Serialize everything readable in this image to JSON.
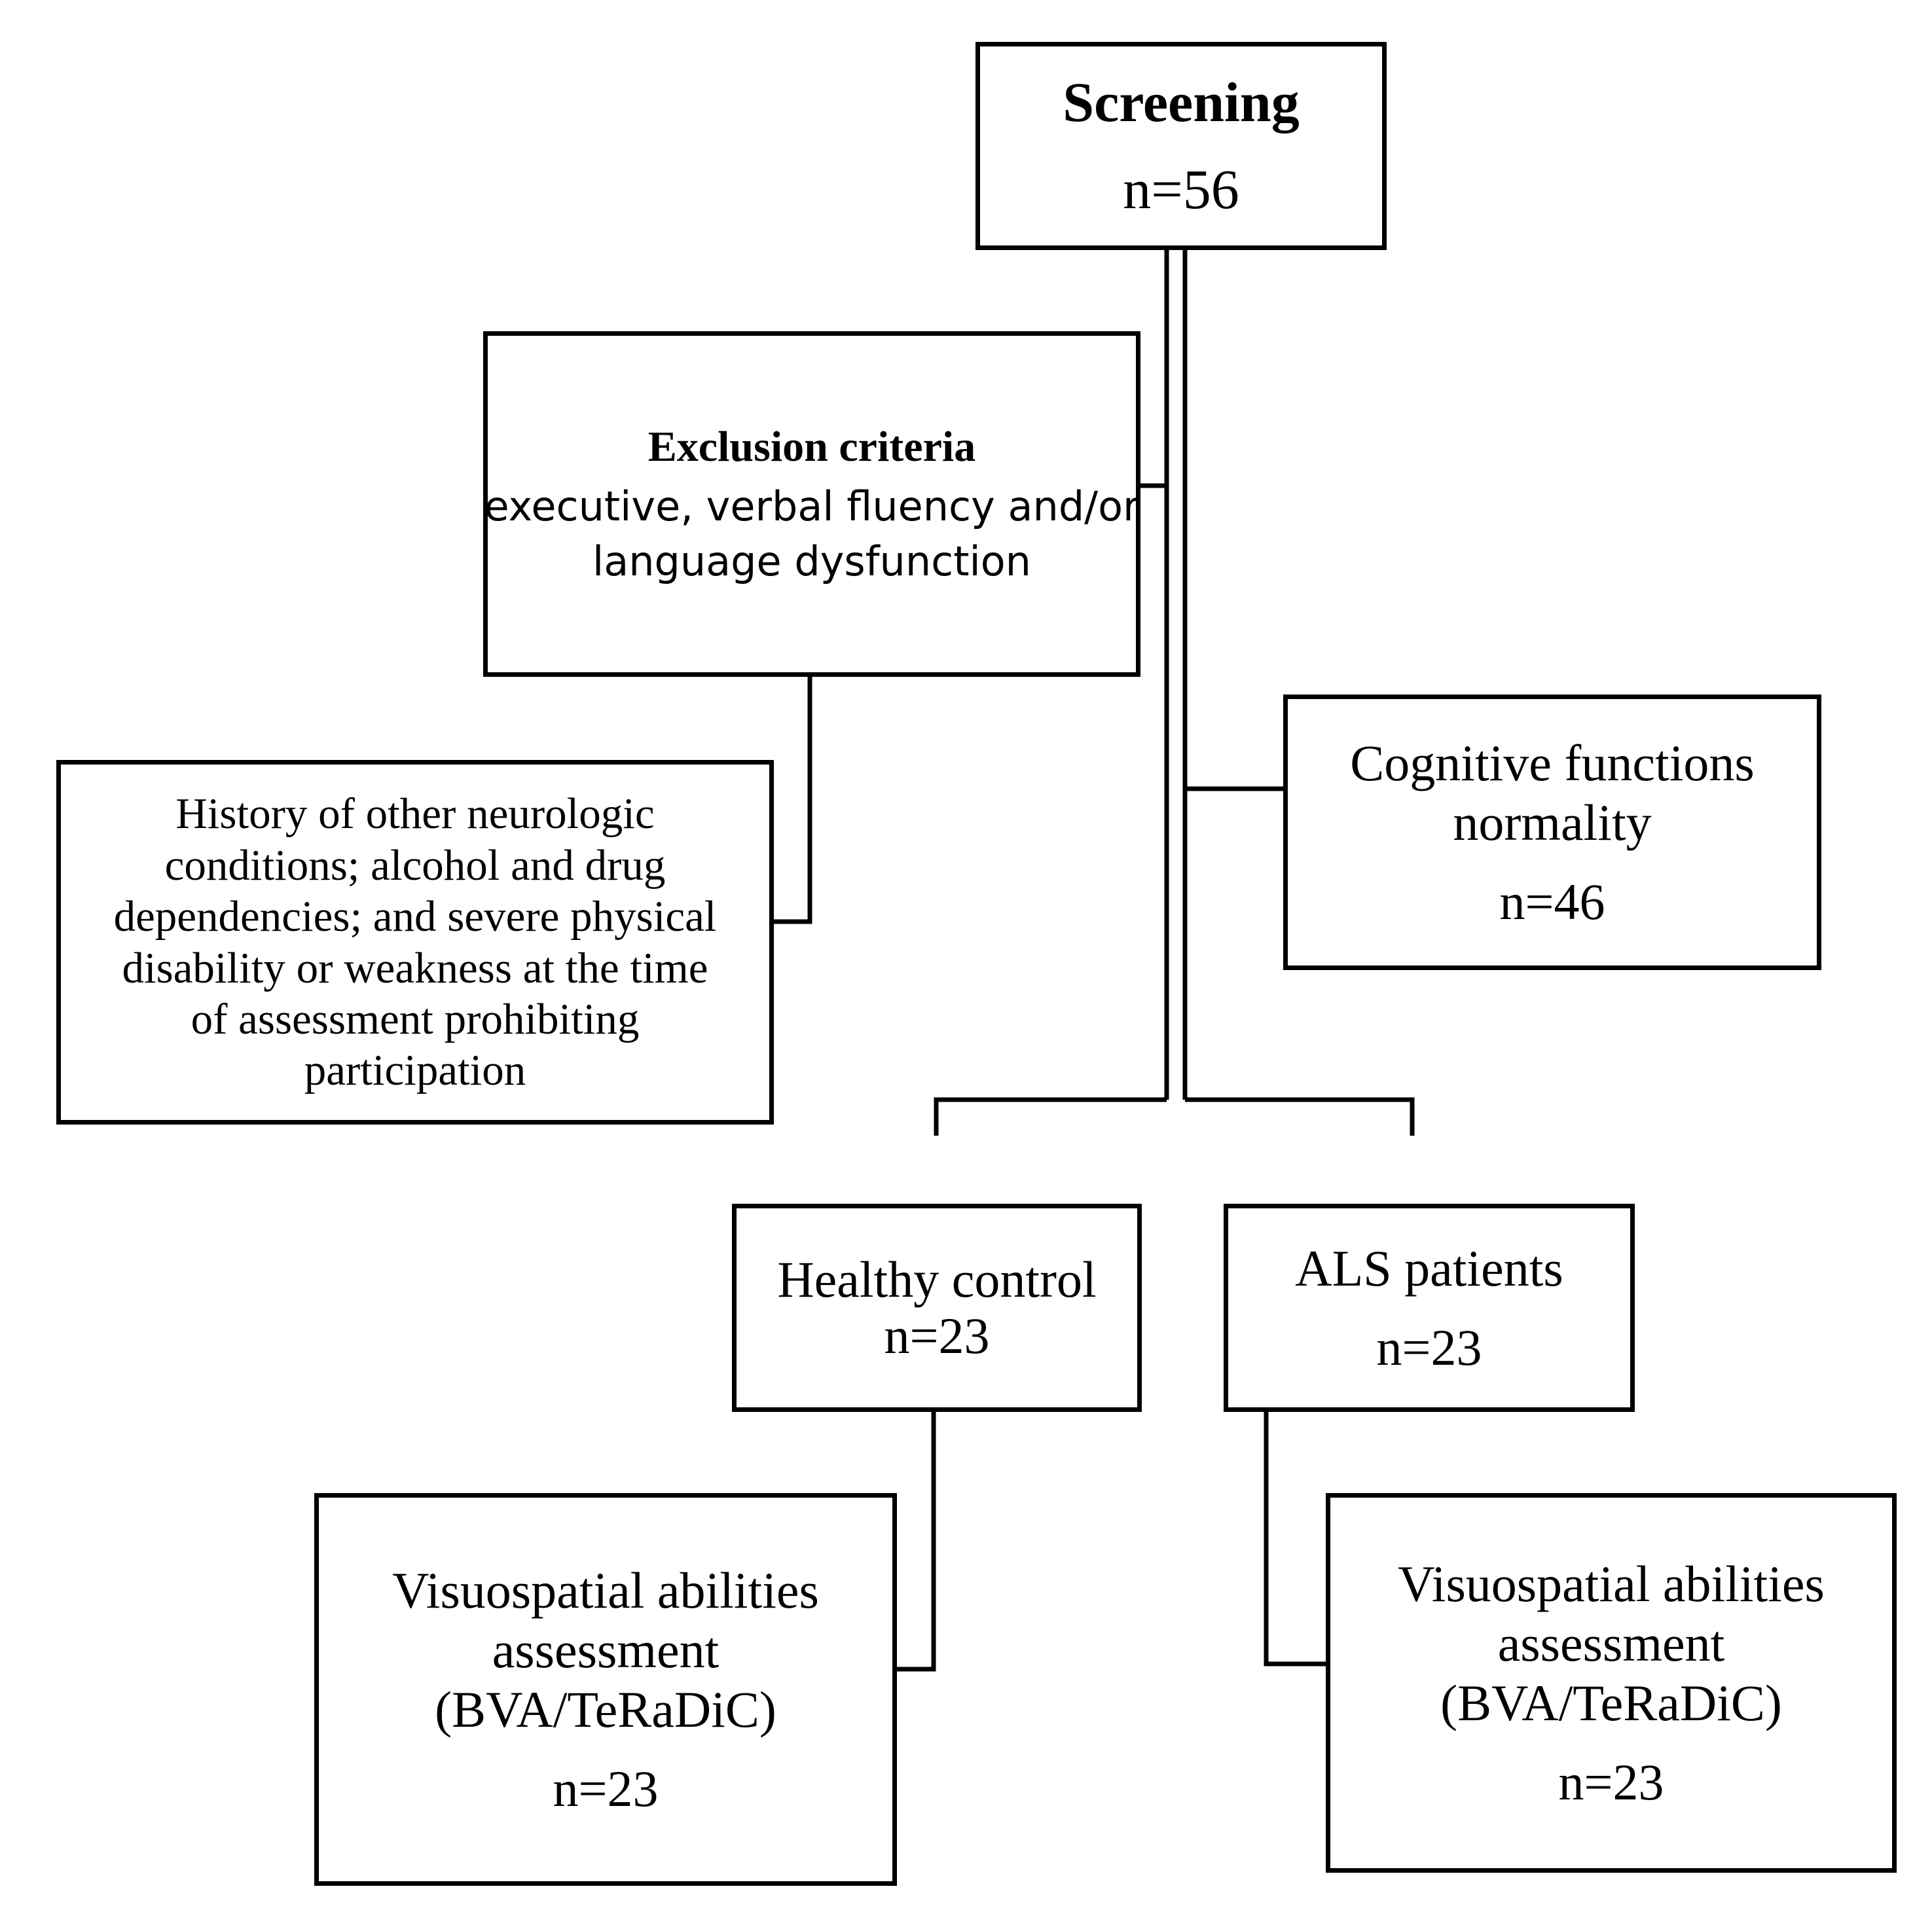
{
  "flowchart": {
    "screening": {
      "title": "Screening",
      "count": "n=56"
    },
    "exclusion": {
      "title": "Exclusion criteria",
      "desc_line1": "executive, verbal fluency and/or",
      "desc_line2": "language dysfunction"
    },
    "history": {
      "lines": [
        "History of other neurologic",
        "conditions; alcohol and drug",
        "dependencies; and severe physical",
        "disability or weakness at the time",
        "of assessment prohibiting",
        "participation"
      ]
    },
    "cognitive": {
      "line1": "Cognitive functions",
      "line2": "normality",
      "count": "n=46"
    },
    "healthy": {
      "label": "Healthy control",
      "count": "n=23"
    },
    "als": {
      "label": "ALS patients",
      "count": "n=23"
    },
    "visuo_left": {
      "line1": "Visuospatial abilities",
      "line2": "assessment",
      "line3": "(BVA/TeRaDiC)",
      "count": "n=23"
    },
    "visuo_right": {
      "line1": "Visuospatial abilities",
      "line2": "assessment",
      "line3": "(BVA/TeRaDiC)",
      "count": "n=23"
    }
  }
}
